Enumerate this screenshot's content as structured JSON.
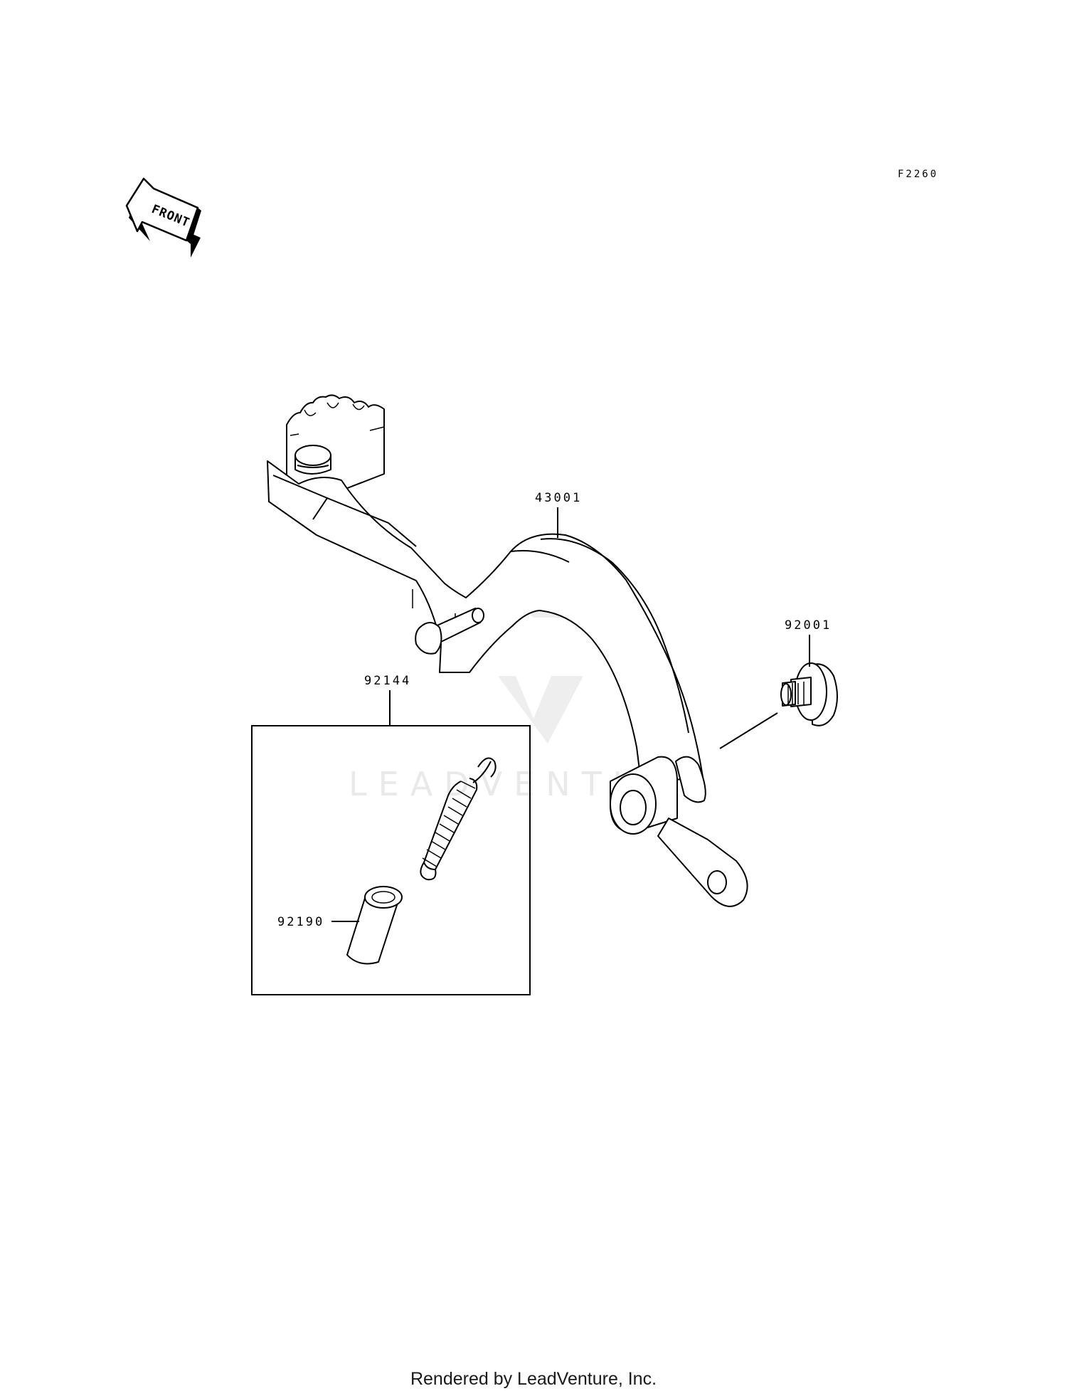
{
  "diagram": {
    "code": "F2260",
    "front_arrow_label": "FRONT",
    "watermark": "LEADVENTURE",
    "callouts": {
      "brake_pedal": "43001",
      "bolt": "92001",
      "spring_kit": "92144",
      "collar": "92190"
    }
  },
  "footer": {
    "text": "Rendered by LeadVenture, Inc."
  }
}
